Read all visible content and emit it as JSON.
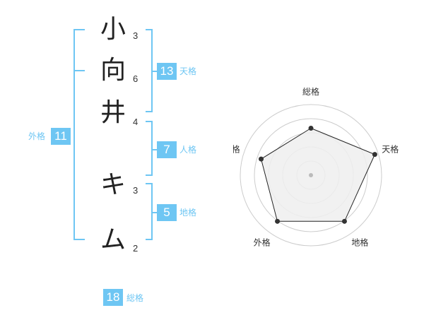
{
  "characters": [
    {
      "char": "小",
      "strokes": "3"
    },
    {
      "char": "向",
      "strokes": "6"
    },
    {
      "char": "井",
      "strokes": "4"
    },
    {
      "char": "キ",
      "strokes": "3"
    },
    {
      "char": "ム",
      "strokes": "2"
    }
  ],
  "scores": {
    "tenkaku": {
      "value": "13",
      "label": "天格"
    },
    "jinkaku": {
      "value": "7",
      "label": "人格"
    },
    "chikaku": {
      "value": "5",
      "label": "地格"
    },
    "gaikaku": {
      "value": "11",
      "label": "外格"
    },
    "soukaku": {
      "value": "18",
      "label": "総格"
    }
  },
  "radar": {
    "axes": [
      "総格",
      "天格",
      "地格",
      "外格",
      "人格"
    ],
    "values": [
      0.7,
      1.0,
      0.85,
      0.85,
      0.78
    ],
    "colors": {
      "accent": "#6ec6f3",
      "line": "#222222",
      "fill": "#eeeeee",
      "grid": "#cccccc"
    }
  }
}
